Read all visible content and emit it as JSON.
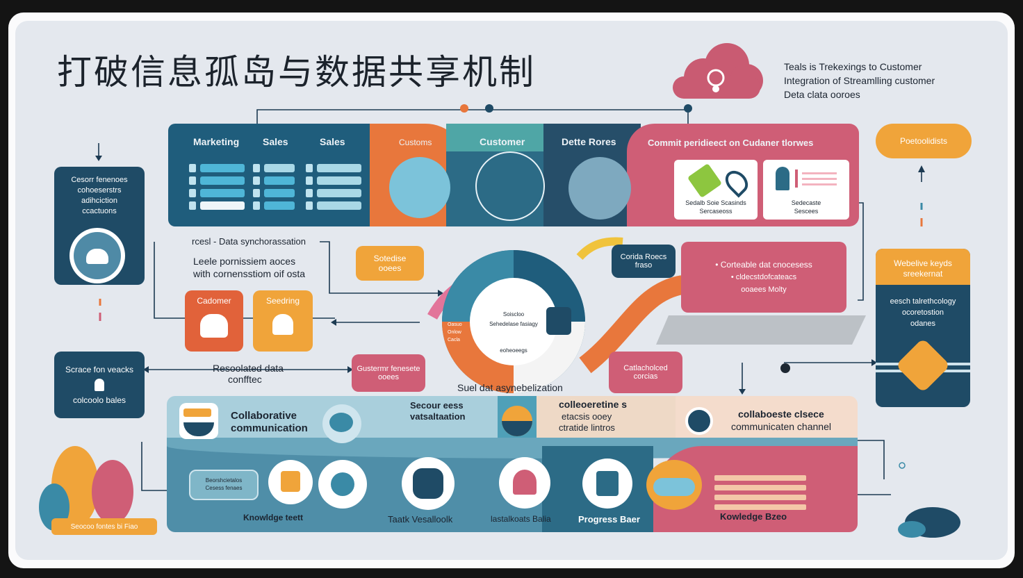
{
  "title": "打破信息孤岛与数据共享机制",
  "top_note": [
    "Teals is Trekexings to Customer",
    "Integration of Streamlling customer",
    "Deta clata ooroes"
  ],
  "top_band": {
    "headers": [
      "Marketing",
      "Sales",
      "Sales",
      "Customs",
      "Customer",
      "Dette Rores",
      "Commit peridieect on Cudaner tlorwes"
    ],
    "card_left": [
      "Sedalb Soie Scasinds",
      "Sercaseoss"
    ],
    "card_right": [
      "Sedecaste",
      "Sescees"
    ]
  },
  "left_top_card": [
    "Cesorr fenenoes",
    "cohoeserstrs",
    "adihciction",
    "ccactuons"
  ],
  "left_bottom_card": [
    "Scrace fon veacks",
    "colcoolo bales"
  ],
  "right_top_pill": "Poetoolidists",
  "right_card": {
    "header": [
      "Webelive keyds",
      "sreekernat"
    ],
    "body": [
      "eesch talrethcology",
      "ocoretostion",
      "odanes"
    ]
  },
  "mid": {
    "sync_title": "rcesl - Data synchorassation",
    "perm_1": "Leele pornissiem aoces",
    "perm_2": "with cornensstiom oif osta",
    "orange_small": [
      "Sotedise",
      "ooees"
    ],
    "customer_tile": "Cadomer",
    "seeding_tile": "Seedring",
    "conflict_1": "Resoolated data",
    "conflict_2": "confftec",
    "pink_left": [
      "Gustermr fenesete",
      "ooees"
    ],
    "center_labels": [
      "Soiscloo",
      "Sehedelase fasiagy",
      "eoheoeegs",
      "Oasuo",
      "Onlow",
      "Cacla"
    ],
    "sync_label": "Suel dat asynebelization",
    "navy_small": [
      "Corida Roecs",
      "fraso"
    ],
    "pink_big": [
      "• Corteable dat cnocesess",
      "• cldecstdofcateacs",
      "ooaees Molty"
    ],
    "pink_small_right": [
      "Catlacholced",
      "corcias"
    ]
  },
  "bottom": {
    "collab_1": "Collaborative",
    "collab_2": "communication",
    "secure_1": "Secour eess",
    "secure_2": "vatsaltaation",
    "mid_1": "colleoeretine s",
    "mid_2": "etacsis ooey",
    "mid_3": "ctratide lintros",
    "right_1": "collaboeste clsece",
    "right_2": "communicaten channel",
    "chip": [
      "Beorshcietalos",
      "Cesess fenaes"
    ],
    "knowledge_test": "Knowldge teett",
    "task": "Taatk  Vesalloolk",
    "task2": "lastalkoats Balia",
    "progress": "Progress Baer",
    "knowledge_base": "Kowledge Bzeo"
  },
  "bottom_left_tag": "Seocoo fontes bi Fiao",
  "colors": {
    "navy": "#1f4b66",
    "teal": "#3a8aa6",
    "orange": "#e8773c",
    "pink": "#cf5e76",
    "gold": "#f0a43a"
  }
}
